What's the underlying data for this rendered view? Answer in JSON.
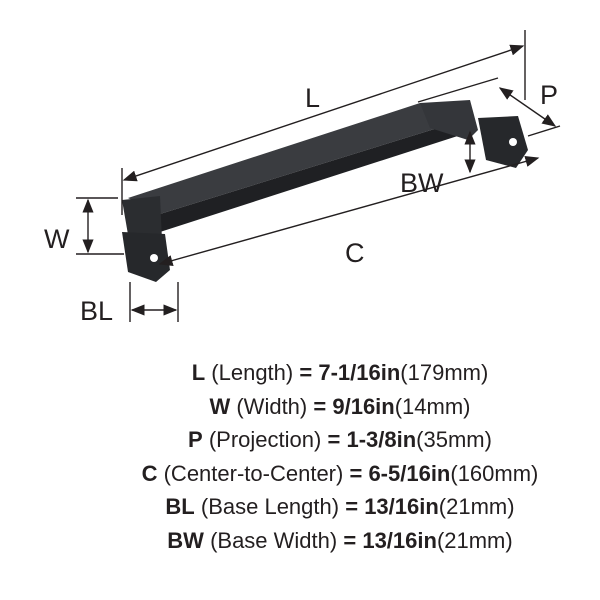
{
  "diagram": {
    "labels": {
      "L": "L",
      "P": "P",
      "BW": "BW",
      "W": "W",
      "C": "C",
      "BL": "BL"
    }
  },
  "specs": [
    {
      "key": "L",
      "name": "(Length)",
      "eq": "=",
      "inch": "7-1/16in",
      "mm": "(179mm)"
    },
    {
      "key": "W",
      "name": "(Width)",
      "eq": "=",
      "inch": "9/16in",
      "mm": "(14mm)"
    },
    {
      "key": "P",
      "name": "(Projection)",
      "eq": "=",
      "inch": "1-3/8in",
      "mm": "(35mm)"
    },
    {
      "key": "C",
      "name": "(Center-to-Center)",
      "eq": "=",
      "inch": "6-5/16in",
      "mm": "(160mm)"
    },
    {
      "key": "BL",
      "name": "(Base Length)",
      "eq": "=",
      "inch": "13/16in",
      "mm": "(21mm)"
    },
    {
      "key": "BW",
      "name": "(Base Width)",
      "eq": "=",
      "inch": "13/16in",
      "mm": "(21mm)"
    }
  ],
  "colors": {
    "ink": "#231f20",
    "handle": "#2b2d30"
  }
}
